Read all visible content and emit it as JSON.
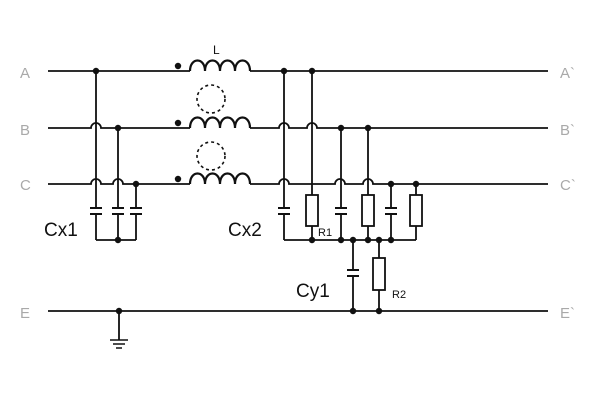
{
  "terminals": {
    "A": "A",
    "B": "B",
    "C": "C",
    "E": "E",
    "A_out": "A`",
    "B_out": "B`",
    "C_out": "C`",
    "E_out": "E`"
  },
  "components": {
    "inductor": "L",
    "cx1": "Cx1",
    "cx2": "Cx2",
    "cy1": "Cy1",
    "r1": "R1",
    "r2": "R2"
  }
}
